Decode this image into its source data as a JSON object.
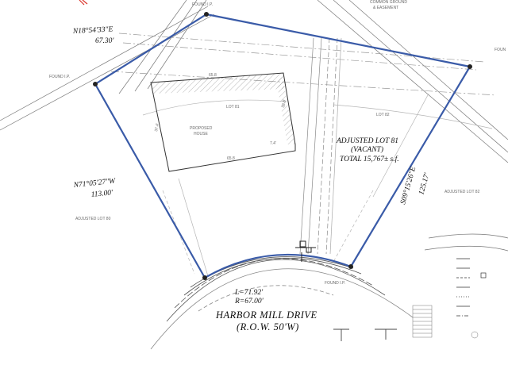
{
  "labels": {
    "bearing_ne": "N18°54'33\"E",
    "dist_ne": "67.30'",
    "bearing_w": "N71°05'27\"W",
    "dist_w": "113.00'",
    "bearing_e": "S09°15'26\"E",
    "dist_e": "125.17'",
    "lot_title": "ADJUSTED LOT 81",
    "lot_status": "(VACANT)",
    "lot_total": "TOTAL 15,767± s.f.",
    "curve_l": "L=71.92'",
    "curve_r": "R=67.00'",
    "street": "HARBOR MILL DRIVE",
    "row": "(R.O.W. 50'W)",
    "found_ip_top": "FOUND I.P.",
    "found_ip_left": "FOUND I.P.",
    "found_ip_bottom": "FOUND I.P.",
    "found_right": "FOUN",
    "common": "COMMON GROUND",
    "easement": "& EASEMENT",
    "lot_left": "ADJUSTED LOT 80",
    "lot_right": "ADJUSTED LOT 82",
    "lot_81_inner": "LOT 81",
    "lot_82_inner": "LOT 82",
    "proposed": "PROPOSED",
    "house": "HOUSE",
    "dim_top": "65.8",
    "dim_bottom": "65.8",
    "dim_left": "37.4'",
    "dim_right": "32.8'",
    "dim_step": "7.4'"
  },
  "colors": {
    "boundary": "#3a5ba8",
    "ink": "#111111",
    "faint": "#9a9a9a",
    "accent": "#d9342b"
  }
}
